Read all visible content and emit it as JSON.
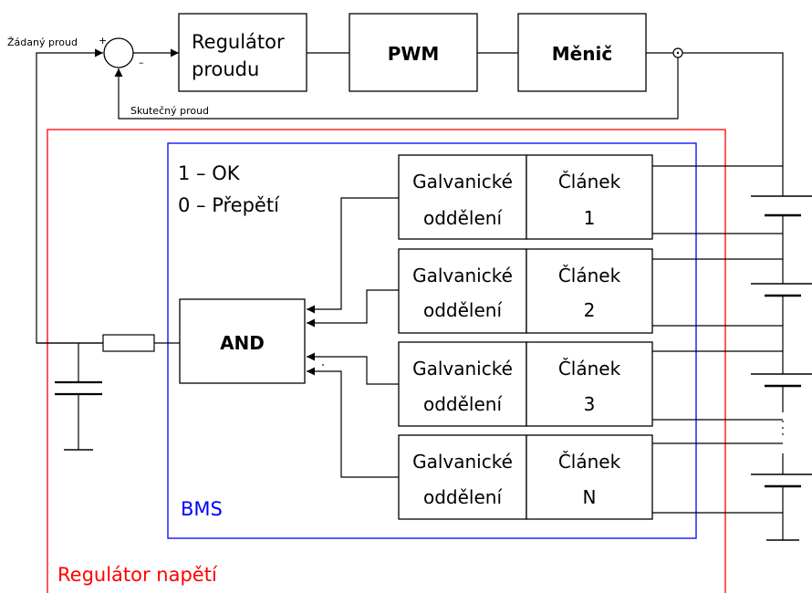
{
  "labels": {
    "setpoint": "Žádaný proud",
    "feedback": "Skutečný proud",
    "plus": "+",
    "minus": "–",
    "regulator_line1": "Regulátor",
    "regulator_line2": "proudu",
    "pwm": "PWM",
    "converter": "Měnič",
    "status_ok": "1 – OK",
    "status_over": "0 – Přepětí",
    "and_gate": "AND",
    "bms": "BMS",
    "voltage_regulator": "Regulátor napětí",
    "galv_line1": "Galvanické",
    "galv_line2": "oddělení",
    "cells": [
      {
        "line1": "Článek",
        "line2": "1"
      },
      {
        "line1": "Článek",
        "line2": "2"
      },
      {
        "line1": "Článek",
        "line2": "3"
      },
      {
        "line1": "Článek",
        "line2": "N"
      }
    ]
  },
  "colors": {
    "line": "#000000",
    "voltage_regulator_frame": "#ff0000",
    "bms_frame": "#0000ff",
    "background": "#ffffff"
  }
}
